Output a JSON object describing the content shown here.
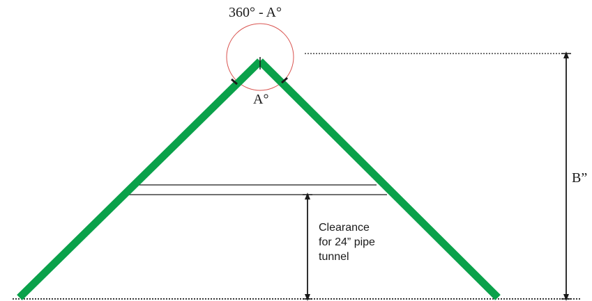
{
  "diagram": {
    "labels": {
      "outer_angle": "360° - A°",
      "inner_angle": "A°",
      "height": "B”",
      "clearance_lines": [
        "Clearance",
        "for 24” pipe",
        "tunnel"
      ]
    },
    "colors": {
      "rafter": "#0aa14a",
      "angle_circle": "#d9534f",
      "ink": "#1a1a1a",
      "ground": "#333333"
    }
  }
}
